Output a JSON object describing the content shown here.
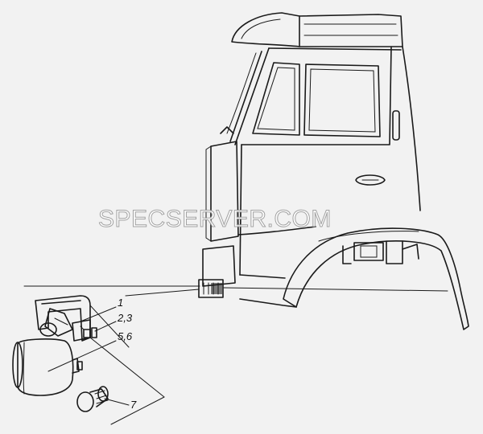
{
  "watermark": "SPECSERVER.COM",
  "callouts": [
    {
      "id": "c1",
      "label": "1"
    },
    {
      "id": "c2",
      "label": "2,3"
    },
    {
      "id": "c3",
      "label": "5,6"
    },
    {
      "id": "c4",
      "label": "7"
    }
  ]
}
